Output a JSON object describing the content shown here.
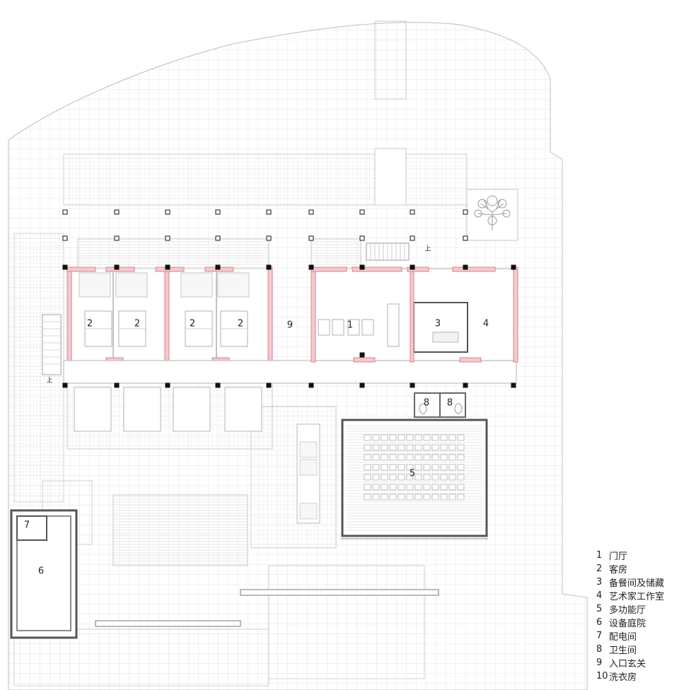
{
  "plan": {
    "rooms": [
      {
        "label": "2"
      },
      {
        "label": "2"
      },
      {
        "label": "2"
      },
      {
        "label": "2"
      },
      {
        "label": "9"
      },
      {
        "label": "1"
      },
      {
        "label": "3"
      },
      {
        "label": "4"
      },
      {
        "label": "8"
      },
      {
        "label": "8"
      },
      {
        "label": "5"
      },
      {
        "label": "7"
      },
      {
        "label": "6"
      }
    ],
    "stairs": [
      {
        "label": "上"
      },
      {
        "label": "上"
      }
    ]
  },
  "legend": {
    "items": [
      {
        "num": "1",
        "text": "门厅"
      },
      {
        "num": "2",
        "text": "客房"
      },
      {
        "num": "3",
        "text": "备餐间及储藏"
      },
      {
        "num": "4",
        "text": "艺术家工作室"
      },
      {
        "num": "5",
        "text": "多功能厅"
      },
      {
        "num": "6",
        "text": "设备庭院"
      },
      {
        "num": "7",
        "text": "配电间"
      },
      {
        "num": "8",
        "text": "卫生间"
      },
      {
        "num": "9",
        "text": "入口玄关"
      },
      {
        "num": "10",
        "text": "洗衣房"
      }
    ]
  },
  "colors": {
    "wall_fill": "#f4c9cd",
    "wall_stroke": "#d8838c",
    "line": "#b9b9b9",
    "column": "#111111"
  }
}
